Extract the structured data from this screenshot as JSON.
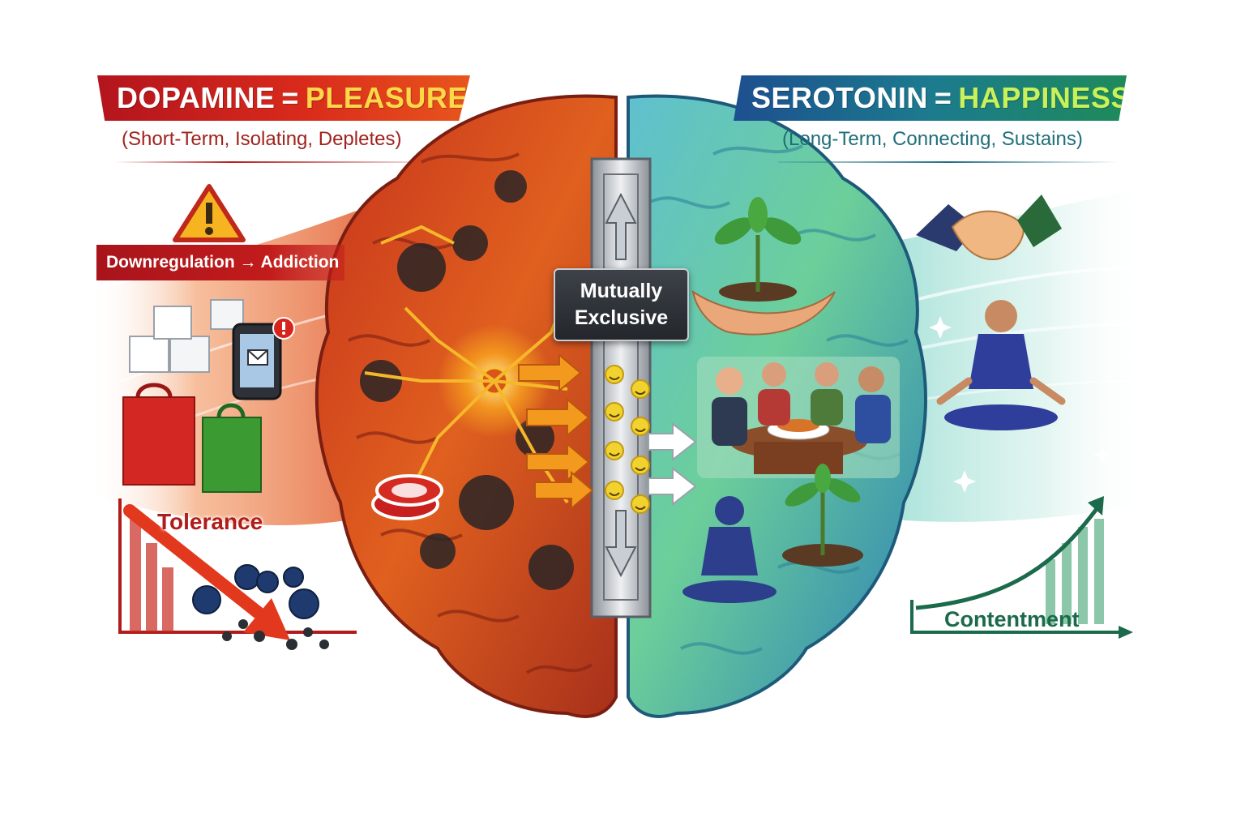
{
  "left_panel": {
    "title_word": "DOPAMINE",
    "title_equals": "=",
    "title_value": "PLEASURE",
    "subtitle": "(Short-Term, Isolating, Depletes)",
    "addiction_label": "Downregulation → Addiction",
    "tolerance_label": "Tolerance",
    "color": "#c41e1c"
  },
  "right_panel": {
    "title_word": "SEROTONIN",
    "title_equals": "=",
    "title_value": "HAPPINESS",
    "subtitle": "(Long-Term, Connecting, Sustains)",
    "contentment_label": "Contentment",
    "color": "#1e7a6e"
  },
  "center": {
    "divider_label_line1": "Mutually",
    "divider_label_line2": "Exclusive"
  },
  "icons": [
    "warning-icon",
    "sugar-cubes-icon",
    "phone-notification-icon",
    "shopping-bags-icon",
    "poker-chips-icon",
    "declining-chart-icon",
    "handshake-icon",
    "plant-in-hand-icon",
    "family-dinner-icon",
    "meditation-icon",
    "growth-chart-icon",
    "smiley-icon"
  ],
  "colors": {
    "dopamine_red": "#c41e1c",
    "dopamine_orange": "#e8661f",
    "serotonin_blue": "#2b7fb6",
    "serotonin_green": "#3aa66a",
    "smiley_yellow": "#f2d22e"
  }
}
